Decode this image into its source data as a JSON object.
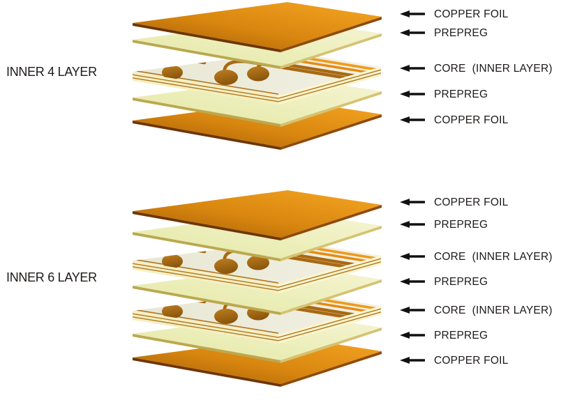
{
  "sections": [
    {
      "title": "INNER 4 LAYER",
      "layers": [
        "COPPER FOIL",
        "PREPREG",
        "CORE  (INNER LAYER)",
        "PREPREG",
        "COPPER FOIL"
      ]
    },
    {
      "title": "INNER 6 LAYER",
      "layers": [
        "COPPER FOIL",
        "PREPREG",
        "CORE  (INNER LAYER)",
        "PREPREG",
        "CORE  (INNER LAYER)",
        "PREPREG",
        "COPPER FOIL"
      ]
    }
  ],
  "colors": {
    "background": "#FFFFFF",
    "arrow": "#111111",
    "text": "#1D1A18",
    "copper_dark": "#9E5A06",
    "copper_mid": "#D8860F",
    "copper_light": "#F6A623",
    "copper_edge_sw": "#6E3606",
    "copper_edge_se": "#8F4A08",
    "prepreg_dark": "#E3E7A4",
    "prepreg_mid": "#EDEFBC",
    "prepreg_light": "#F6F4D6",
    "prepreg_edge_sw": "#BBA84F",
    "prepreg_edge_se": "#D5C372",
    "core_face_dark": "#E8E7D4",
    "core_face_light": "#F2F1E3",
    "core_side_sw": "#F5EFC2",
    "core_side_se": "#FAF5CF",
    "core_side_line": "#B2771E",
    "pad_light": "#BC7D1E",
    "pad_dark": "#8A550C",
    "trace": "#A96812",
    "stripe_bright": "#F09A1A",
    "stripe_deep": "#E8890F"
  }
}
